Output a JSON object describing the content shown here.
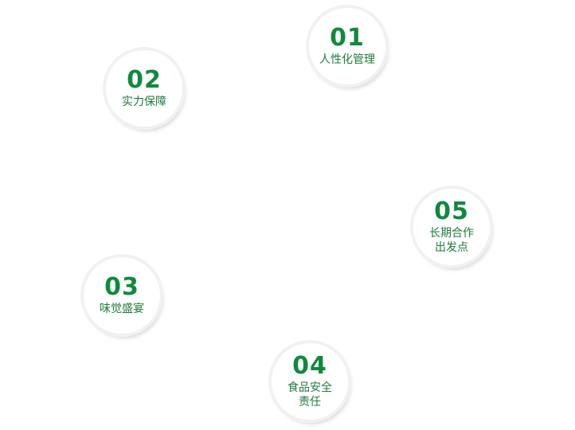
{
  "badges": {
    "b01": {
      "number": "01",
      "lines": [
        "人性化管理"
      ]
    },
    "b02": {
      "number": "02",
      "lines": [
        "实力保障"
      ]
    },
    "b03": {
      "number": "03",
      "lines": [
        "味觉盛宴"
      ]
    },
    "b04": {
      "number": "04",
      "lines": [
        "食品安全",
        "责任"
      ]
    },
    "b05": {
      "number": "05",
      "lines": [
        "长期合作",
        "出发点"
      ]
    }
  },
  "colors": {
    "number": "#0f8a3c",
    "label": "#1f7a3a",
    "ring": "#f1f1f1",
    "background": "#ffffff"
  }
}
